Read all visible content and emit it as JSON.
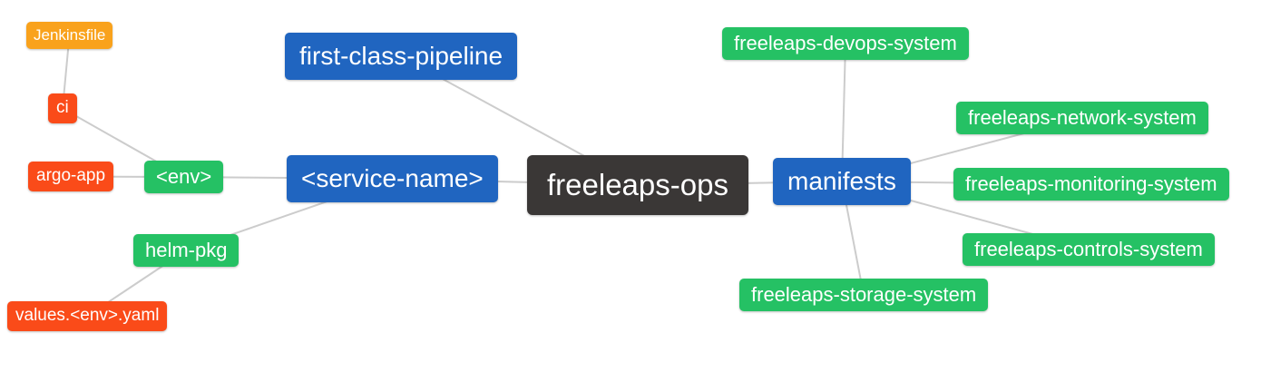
{
  "diagram": {
    "background": "#ffffff",
    "edge_color": "#cccccc",
    "text_color": "#ffffff",
    "palette": {
      "blue": "#2065c0",
      "green": "#25c164",
      "red_orange": "#fa4b19",
      "orange": "#f9a21c",
      "dark": "#3a3736"
    },
    "nodes": {
      "freeleaps_ops": {
        "label": "freeleaps-ops",
        "color": "#3a3736"
      },
      "first_class_pipeline": {
        "label": "first-class-pipeline",
        "color": "#2065c0"
      },
      "service_name": {
        "label": "<service-name>",
        "color": "#2065c0"
      },
      "manifests": {
        "label": "manifests",
        "color": "#2065c0"
      },
      "env": {
        "label": "<env>",
        "color": "#25c164"
      },
      "helm_pkg": {
        "label": "helm-pkg",
        "color": "#25c164"
      },
      "ci": {
        "label": "ci",
        "color": "#fa4b19"
      },
      "argo_app": {
        "label": "argo-app",
        "color": "#fa4b19"
      },
      "jenkinsfile": {
        "label": "Jenkinsfile",
        "color": "#f9a21c"
      },
      "values_env_yaml": {
        "label": "values.<env>.yaml",
        "color": "#fa4b19"
      },
      "devops_system": {
        "label": "freeleaps-devops-system",
        "color": "#25c164"
      },
      "network_system": {
        "label": "freeleaps-network-system",
        "color": "#25c164"
      },
      "monitoring_system": {
        "label": "freeleaps-monitoring-system",
        "color": "#25c164"
      },
      "controls_system": {
        "label": "freeleaps-controls-system",
        "color": "#25c164"
      },
      "storage_system": {
        "label": "freeleaps-storage-system",
        "color": "#25c164"
      }
    },
    "edges": [
      [
        "jenkinsfile",
        "ci"
      ],
      [
        "ci",
        "env"
      ],
      [
        "argo_app",
        "env"
      ],
      [
        "env",
        "service_name"
      ],
      [
        "values_env_yaml",
        "helm_pkg"
      ],
      [
        "helm_pkg",
        "service_name"
      ],
      [
        "first_class_pipeline",
        "freeleaps_ops"
      ],
      [
        "service_name",
        "freeleaps_ops"
      ],
      [
        "freeleaps_ops",
        "manifests"
      ],
      [
        "manifests",
        "devops_system"
      ],
      [
        "manifests",
        "network_system"
      ],
      [
        "manifests",
        "monitoring_system"
      ],
      [
        "manifests",
        "controls_system"
      ],
      [
        "manifests",
        "storage_system"
      ]
    ]
  }
}
